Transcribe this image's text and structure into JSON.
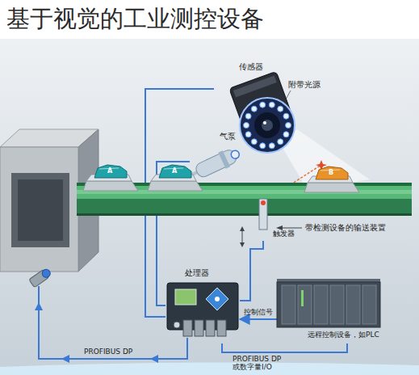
{
  "diagram": {
    "title": "基于视觉的工业测控设备",
    "nodes": [
      {
        "text": [
          "传感器"
        ]
      },
      {
        "text": [
          "气泵"
        ]
      },
      {
        "text": [
          "带检测设备的输送装置"
        ]
      },
      {
        "text": [
          "A"
        ],
        "in": 2
      },
      {
        "text": [
          "A"
        ],
        "in": 2
      },
      {
        "text": [
          "B"
        ],
        "in": 2
      },
      {
        "text": [
          "触发器"
        ]
      },
      {
        "text": [
          "处理器"
        ]
      },
      {
        "text": [
          "远程控制设备，如PLC"
        ]
      }
    ],
    "edges": [
      {
        "from": 0,
        "to": 7,
        "arrow": "none"
      },
      {
        "from": 1,
        "to": 7,
        "arrow": "none"
      },
      {
        "from": 6,
        "to": 7,
        "arrow": "none"
      },
      {
        "from": 8,
        "to": 7,
        "arrow": "to",
        "label": "控制信号"
      },
      {
        "from": 7,
        "to": 8,
        "arrow": "none",
        "label": "PROFIBUS DP 或数字量I/O"
      }
    ],
    "labels": [
      "附带光源",
      "PROFIBUS DP"
    ]
  }
}
